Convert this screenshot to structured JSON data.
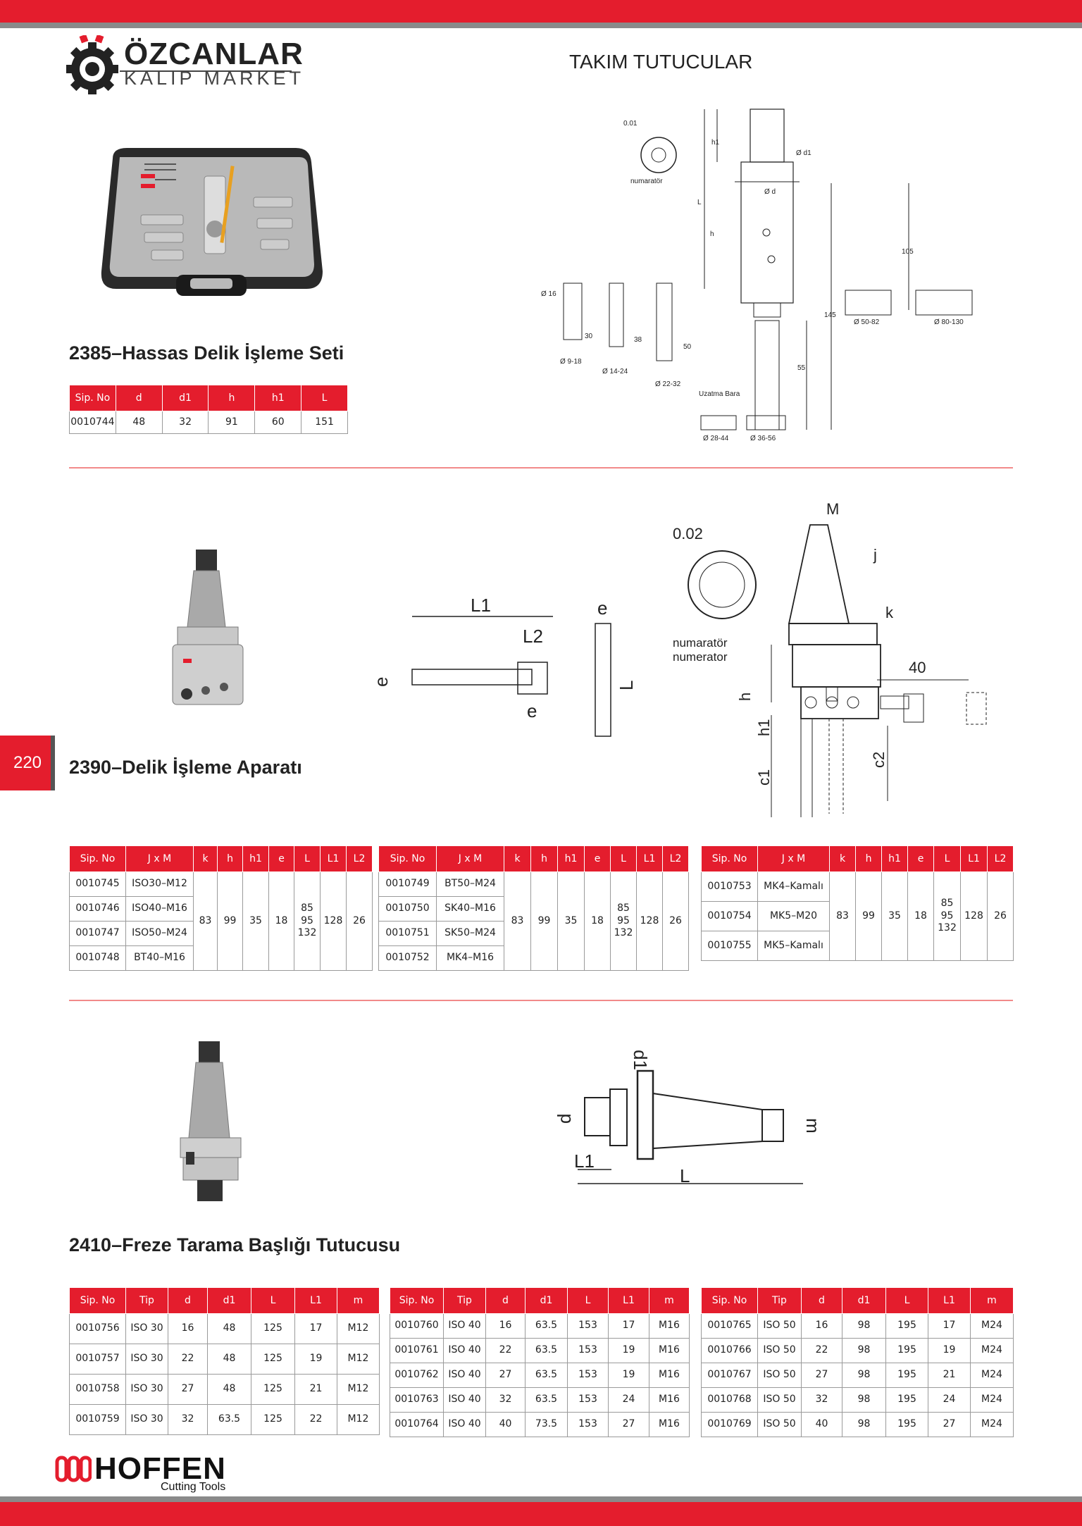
{
  "brand": {
    "name": "ÖZCANLAR",
    "subtitle": "KALIP MARKET"
  },
  "page_title": "TAKIM TUTUCULAR",
  "page_number": "220",
  "footer": {
    "brand": "HOFFEN",
    "tagline": "Cutting Tools"
  },
  "colors": {
    "accent": "#e41d2d",
    "bar_grey": "#8a8a8a",
    "divider": "#f28a8a"
  },
  "section1": {
    "title": "2385–Hassas Delik İşleme Seti",
    "drawing_labels": [
      "0.01",
      "numaratör",
      "Ø d1",
      "h1",
      "L",
      "Ø d",
      "h",
      "105",
      "145",
      "Ø 50-82",
      "Ø 80-130",
      "Ø 16",
      "30",
      "38",
      "50",
      "55",
      "Ø 9-18",
      "Ø 14-24",
      "Ø 22-32",
      "Uzatma Bara",
      "Ø 28-44",
      "Ø 36-56"
    ],
    "table": {
      "headers": [
        "Sip. No",
        "d",
        "d1",
        "h",
        "h1",
        "L"
      ],
      "rows": [
        [
          "0010744",
          "48",
          "32",
          "91",
          "60",
          "151"
        ]
      ]
    }
  },
  "section2": {
    "title": "2390–Delik İşleme Aparatı",
    "drawing_labels": [
      "L1",
      "L2",
      "e",
      "e",
      "e",
      "L",
      "0.02",
      "M",
      "j",
      "k",
      "numaratör",
      "numerator",
      "40",
      "h",
      "h1",
      "c1",
      "c2"
    ],
    "headers": [
      "Sip. No",
      "J x M",
      "k",
      "h",
      "h1",
      "e",
      "L",
      "L1",
      "L2"
    ],
    "shared": {
      "k": "83",
      "h": "99",
      "h1": "35",
      "e": "18",
      "L": [
        "85",
        "95",
        "132"
      ],
      "L1": "128",
      "L2": "26"
    },
    "tables": [
      {
        "rows": [
          [
            "0010745",
            "ISO30–M12"
          ],
          [
            "0010746",
            "ISO40–M16"
          ],
          [
            "0010747",
            "ISO50–M24"
          ],
          [
            "0010748",
            "BT40–M16"
          ]
        ]
      },
      {
        "rows": [
          [
            "0010749",
            "BT50–M24"
          ],
          [
            "0010750",
            "SK40–M16"
          ],
          [
            "0010751",
            "SK50–M24"
          ],
          [
            "0010752",
            "MK4–M16"
          ]
        ]
      },
      {
        "rows": [
          [
            "0010753",
            "MK4–Kamalı"
          ],
          [
            "0010754",
            "MK5–M20"
          ],
          [
            "0010755",
            "MK5–Kamalı"
          ]
        ]
      }
    ]
  },
  "section3": {
    "title": "2410–Freze Tarama Başlığı Tutucusu",
    "drawing_labels": [
      "d1",
      "d",
      "m",
      "L1",
      "L"
    ],
    "headers": [
      "Sip. No",
      "Tip",
      "d",
      "d1",
      "L",
      "L1",
      "m"
    ],
    "tables": [
      {
        "rows": [
          [
            "0010756",
            "ISO 30",
            "16",
            "48",
            "125",
            "17",
            "M12"
          ],
          [
            "0010757",
            "ISO 30",
            "22",
            "48",
            "125",
            "19",
            "M12"
          ],
          [
            "0010758",
            "ISO 30",
            "27",
            "48",
            "125",
            "21",
            "M12"
          ],
          [
            "0010759",
            "ISO 30",
            "32",
            "63.5",
            "125",
            "22",
            "M12"
          ]
        ]
      },
      {
        "rows": [
          [
            "0010760",
            "ISO 40",
            "16",
            "63.5",
            "153",
            "17",
            "M16"
          ],
          [
            "0010761",
            "ISO 40",
            "22",
            "63.5",
            "153",
            "19",
            "M16"
          ],
          [
            "0010762",
            "ISO 40",
            "27",
            "63.5",
            "153",
            "19",
            "M16"
          ],
          [
            "0010763",
            "ISO 40",
            "32",
            "63.5",
            "153",
            "24",
            "M16"
          ],
          [
            "0010764",
            "ISO 40",
            "40",
            "73.5",
            "153",
            "27",
            "M16"
          ]
        ]
      },
      {
        "rows": [
          [
            "0010765",
            "ISO 50",
            "16",
            "98",
            "195",
            "17",
            "M24"
          ],
          [
            "0010766",
            "ISO 50",
            "22",
            "98",
            "195",
            "19",
            "M24"
          ],
          [
            "0010767",
            "ISO 50",
            "27",
            "98",
            "195",
            "21",
            "M24"
          ],
          [
            "0010768",
            "ISO 50",
            "32",
            "98",
            "195",
            "24",
            "M24"
          ],
          [
            "0010769",
            "ISO 50",
            "40",
            "98",
            "195",
            "27",
            "M24"
          ]
        ]
      }
    ]
  }
}
